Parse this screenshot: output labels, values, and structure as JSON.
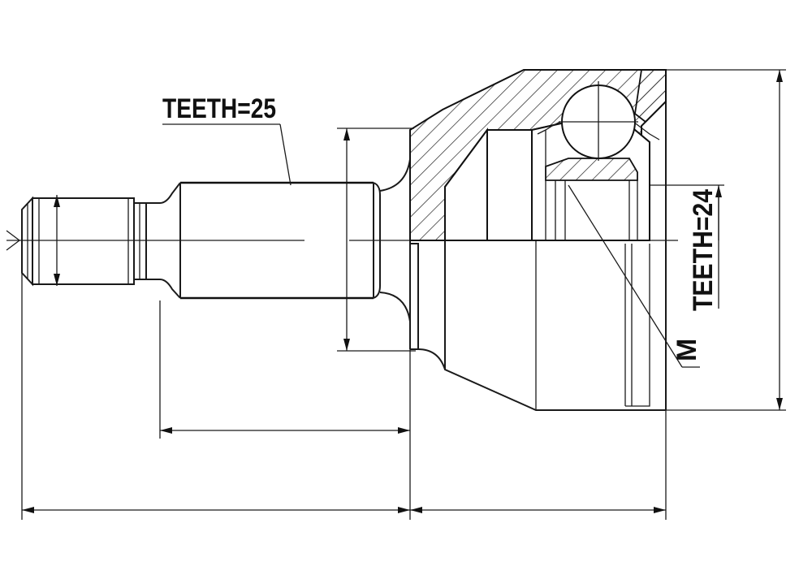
{
  "labels": {
    "shaft_teeth": "TEETH=25",
    "housing_teeth": "TEETH=24",
    "thread": "M"
  }
}
